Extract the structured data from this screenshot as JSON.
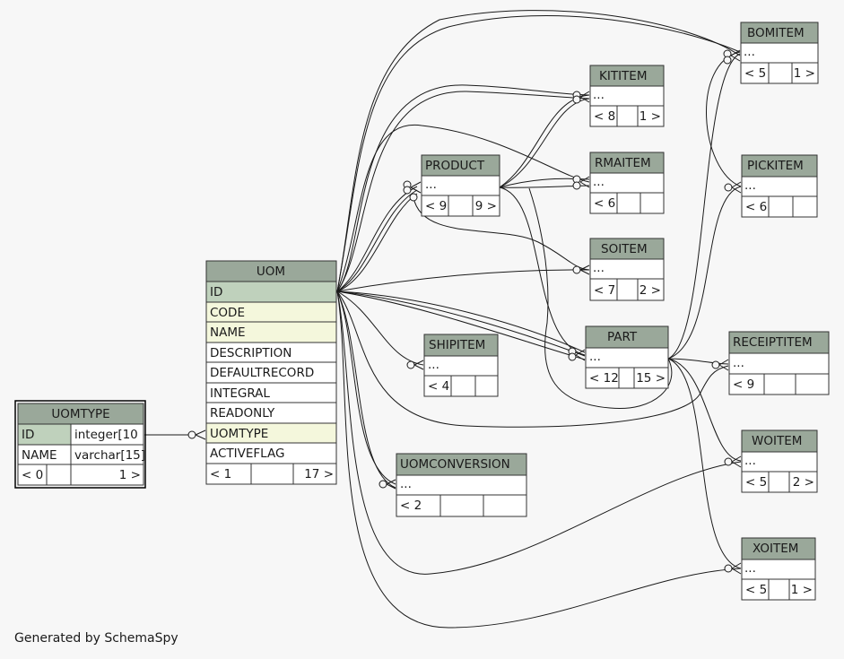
{
  "tables": {
    "uomtype": {
      "name": "UOMTYPE",
      "rows": [
        {
          "col": "ID",
          "type": "integer[10"
        },
        {
          "col": "NAME",
          "type": "varchar[15]"
        }
      ],
      "footer": {
        "left": "< 0",
        "right": "1 >"
      }
    },
    "uom": {
      "name": "UOM",
      "columns": [
        "ID",
        "CODE",
        "NAME",
        "DESCRIPTION",
        "DEFAULTRECORD",
        "INTEGRAL",
        "READONLY",
        "UOMTYPE",
        "ACTIVEFLAG"
      ],
      "footer": {
        "left": "< 1",
        "right": "17 >"
      }
    },
    "product": {
      "name": "PRODUCT",
      "body": "...",
      "footer": {
        "left": "< 9",
        "right": "9 >"
      }
    },
    "kititem": {
      "name": "KITITEM",
      "body": "...",
      "footer": {
        "left": "< 8",
        "right": "1 >"
      }
    },
    "rmaitem": {
      "name": "RMAITEM",
      "body": "...",
      "footer": {
        "left": "< 6",
        "right": ""
      }
    },
    "soitem": {
      "name": "SOITEM",
      "body": "...",
      "footer": {
        "left": "< 7",
        "right": "2 >"
      }
    },
    "part": {
      "name": "PART",
      "body": "...",
      "footer": {
        "left": "< 12",
        "right": "15 >"
      }
    },
    "shipitem": {
      "name": "SHIPITEM",
      "body": "...",
      "footer": {
        "left": "< 4",
        "right": ""
      }
    },
    "uomconversion": {
      "name": "UOMCONVERSION",
      "body": "...",
      "footer": {
        "left": "< 2",
        "right": ""
      }
    },
    "bomitem": {
      "name": "BOMITEM",
      "body": "...",
      "footer": {
        "left": "< 5",
        "right": "1 >"
      }
    },
    "pickitem": {
      "name": "PICKITEM",
      "body": "...",
      "footer": {
        "left": "< 6",
        "right": ""
      }
    },
    "receiptitem": {
      "name": "RECEIPTITEM",
      "body": "...",
      "footer": {
        "left": "< 9",
        "right": ""
      }
    },
    "woitem": {
      "name": "WOITEM",
      "body": "...",
      "footer": {
        "left": "< 5",
        "right": "2 >"
      }
    },
    "xoitem": {
      "name": "XOITEM",
      "body": "...",
      "footer": {
        "left": "< 5",
        "right": "1 >"
      }
    }
  },
  "footer_text": "Generated by SchemaSpy",
  "colors": {
    "background": "#f7f7f7",
    "header": "#9aa89a",
    "primary_key": "#bfd1bc",
    "foreign_key": "#f4f7dc",
    "body": "#ffffff",
    "border": "#333333",
    "line": "#1a1a1a"
  }
}
